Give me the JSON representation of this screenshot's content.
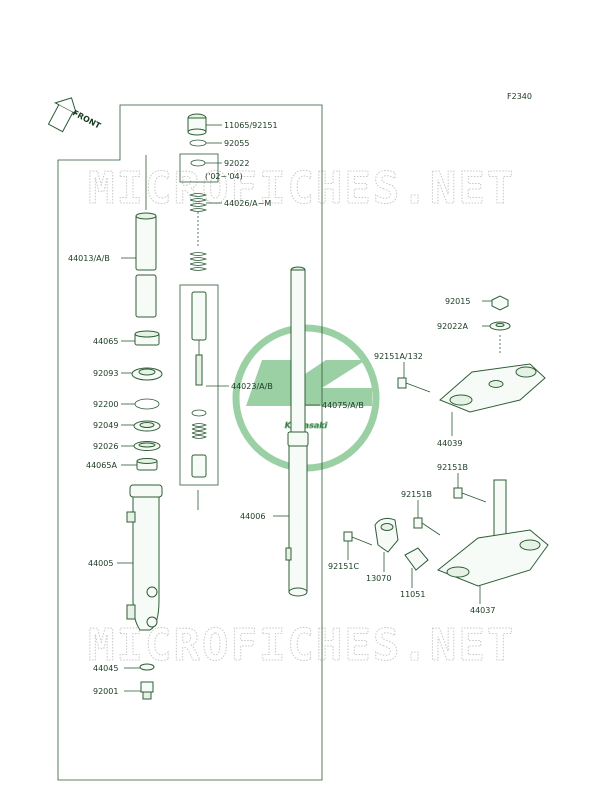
{
  "figure_code": "F2340",
  "front_label": "FRONT",
  "watermark_top": "MICROFICHES.NET",
  "watermark_bottom": "MICROFICHES.NET",
  "logo_text": "Kawasaki",
  "colors": {
    "line": "#2a5a34",
    "part_fill": "#f7fbf7",
    "logo": "#5aa86a",
    "watermark": "#c8c8c8"
  },
  "labels": {
    "p11065": "11065/92151",
    "p92055": "92055",
    "p92022": "92022",
    "p92022_note": "('02~'04)",
    "p44026": "44026/A~M",
    "p44013": "44013/A/B",
    "p44065": "44065",
    "p92093": "92093",
    "p92200": "92200",
    "p92049": "92049",
    "p92026": "92026",
    "p44065A": "44065A",
    "p44005": "44005",
    "p44045": "44045",
    "p92001": "92001",
    "p44023": "44023/A/B",
    "p44075": "44075/A/B",
    "p44006": "44006",
    "p92015": "92015",
    "p92022A": "92022A",
    "p92151A": "92151A/132",
    "p44039": "44039",
    "p92151B_1": "92151B",
    "p92151B_2": "92151B",
    "p92151C": "92151C",
    "p13070": "13070",
    "p11051": "11051",
    "p44037": "44037"
  }
}
